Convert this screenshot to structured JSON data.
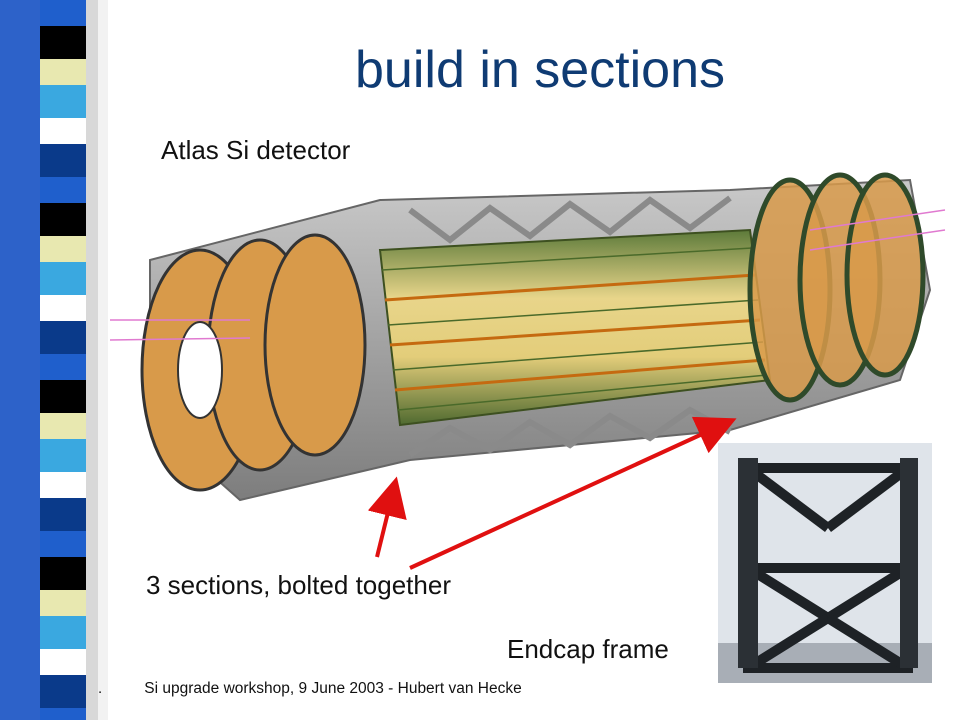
{
  "slide": {
    "title": "build in sections",
    "detector_label": "Atlas Si detector",
    "sections_label": "3 sections, bolted together",
    "endcap_label": "Endcap frame",
    "footer": "Si upgrade workshop, 9 June 2003 - Hubert van Hecke",
    "footer_dot": "."
  },
  "colors": {
    "title": "#0f3b73",
    "arrow": "#e01010",
    "stripe": [
      "#1f5fcc",
      "#000000",
      "#e8e8b0",
      "#3aa8e0",
      "#ffffff",
      "#0a3a8a"
    ]
  }
}
